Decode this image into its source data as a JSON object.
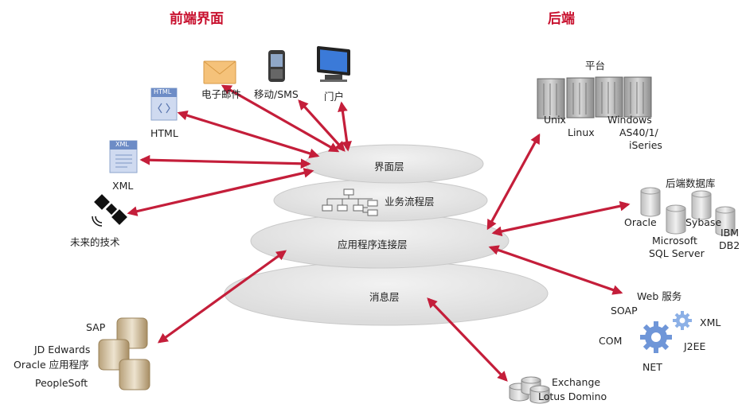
{
  "frontend_title": "前端界面",
  "backend_title": "后端",
  "front_items": {
    "email": "电子邮件",
    "mobile": "移动/SMS",
    "portal": "门户",
    "html": "HTML",
    "xml": "XML",
    "future": "未来的技术",
    "html_icon_text": "HTML",
    "xml_icon_text": "XML"
  },
  "layers": {
    "ui": "界面层",
    "business_process": "业务流程层",
    "app_connect": "应用程序连接层",
    "message": "消息层"
  },
  "platform": {
    "title": "平台",
    "unix": "Unix",
    "linux": "Linux",
    "windows": "Windows",
    "as400": "AS40/1/",
    "iseries": "iSeries"
  },
  "db": {
    "title": "后端数据库",
    "oracle": "Oracle",
    "sybase": "Sybase",
    "ms1": "Microsoft",
    "ms2": "SQL Server",
    "ibm1": "IBM",
    "ibm2": "DB2"
  },
  "web": {
    "title": "Web 服务",
    "soap": "SOAP",
    "xml": "XML",
    "com": "COM",
    "j2ee": "J2EE",
    "net": "NET"
  },
  "erp": {
    "sap": "SAP",
    "jd": "JD Edwards",
    "oracle_app": "Oracle 应用程序",
    "peoplesoft": "PeopleSoft"
  },
  "mail": {
    "exchange": "Exchange",
    "lotus": "Lotus Domino"
  },
  "colors": {
    "accent": "#c8102e",
    "arrow": "#c41e3a",
    "layer_fill": "#e9e9e9"
  }
}
